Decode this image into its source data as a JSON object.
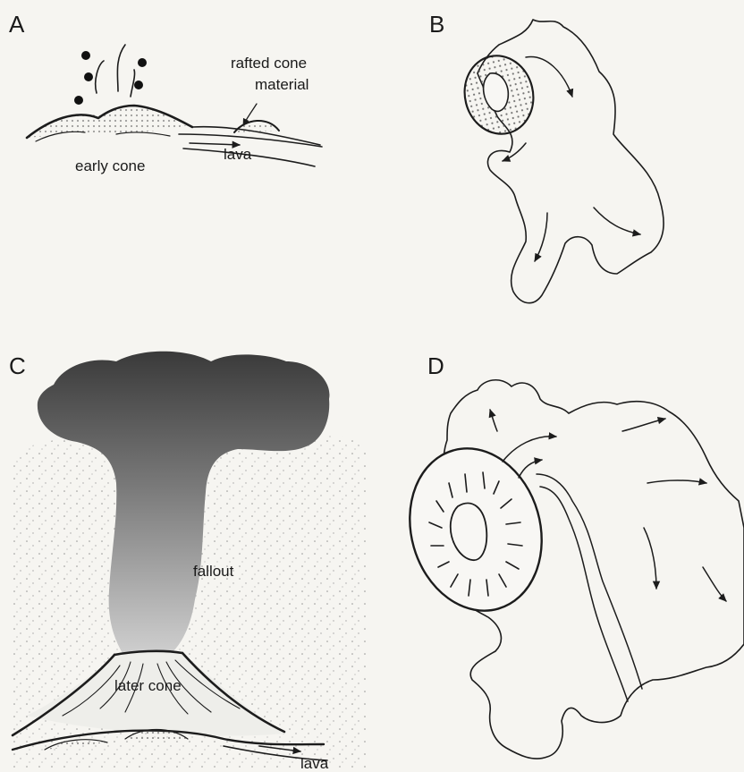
{
  "panels": {
    "a": {
      "letter": "A",
      "label_rafted_1": "rafted cone",
      "label_rafted_2": "material",
      "label_lava": "lava",
      "label_early_cone": "early cone"
    },
    "b": {
      "letter": "B"
    },
    "c": {
      "letter": "C",
      "label_fallout": "fallout",
      "label_later_cone": "later cone",
      "label_lava": "lava"
    },
    "d": {
      "letter": "D"
    }
  },
  "colors": {
    "ink": "#1c1c1c",
    "plume_dark": "#3c3c3c",
    "plume_light": "#c8c8c8",
    "background": "#f6f5f1"
  }
}
